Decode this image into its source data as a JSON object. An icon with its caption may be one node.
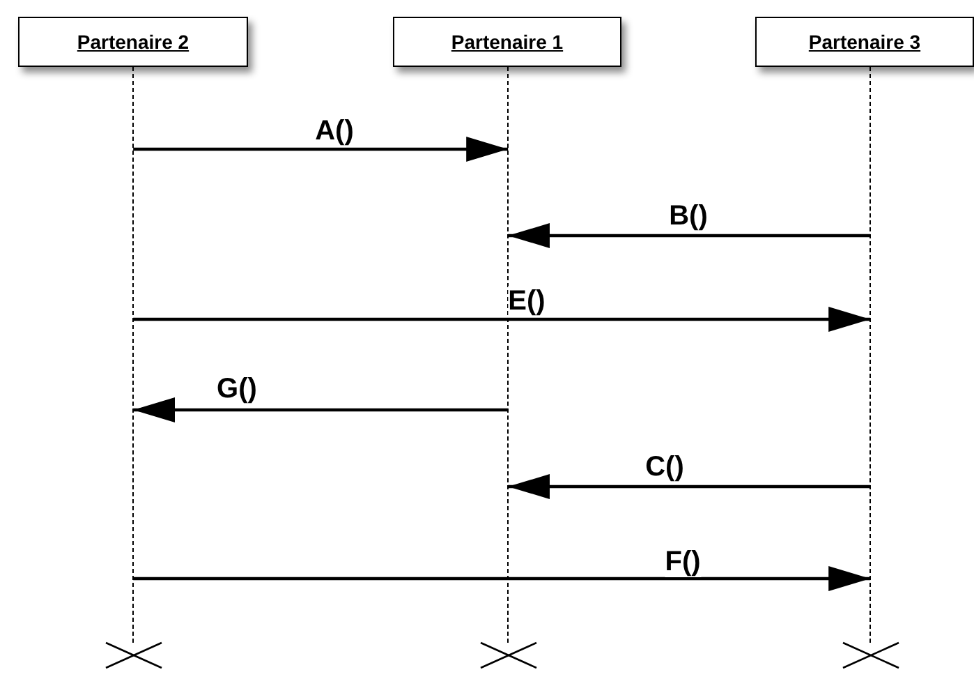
{
  "diagram": {
    "nodes": [
      {
        "text": [
          "Partenaire 2"
        ]
      },
      {
        "text": [
          "Partenaire 1"
        ]
      },
      {
        "text": [
          "Partenaire 3"
        ]
      },
      {
        "text": [],
        "shape": "bar"
      },
      {
        "text": [],
        "shape": "bar"
      },
      {
        "text": [],
        "shape": "bar"
      }
    ],
    "edges": [
      {
        "from": 3,
        "to": 4,
        "arrow": "to",
        "label": "A()"
      },
      {
        "from": 5,
        "to": 4,
        "arrow": "to",
        "label": "B()"
      },
      {
        "from": 3,
        "to": 5,
        "arrow": "to",
        "label": "E()"
      },
      {
        "from": 4,
        "to": 3,
        "arrow": "to",
        "label": "G()"
      },
      {
        "from": 5,
        "to": 4,
        "arrow": "to",
        "label": "C()"
      },
      {
        "from": 3,
        "to": 5,
        "arrow": "to",
        "label": "F()"
      }
    ]
  }
}
